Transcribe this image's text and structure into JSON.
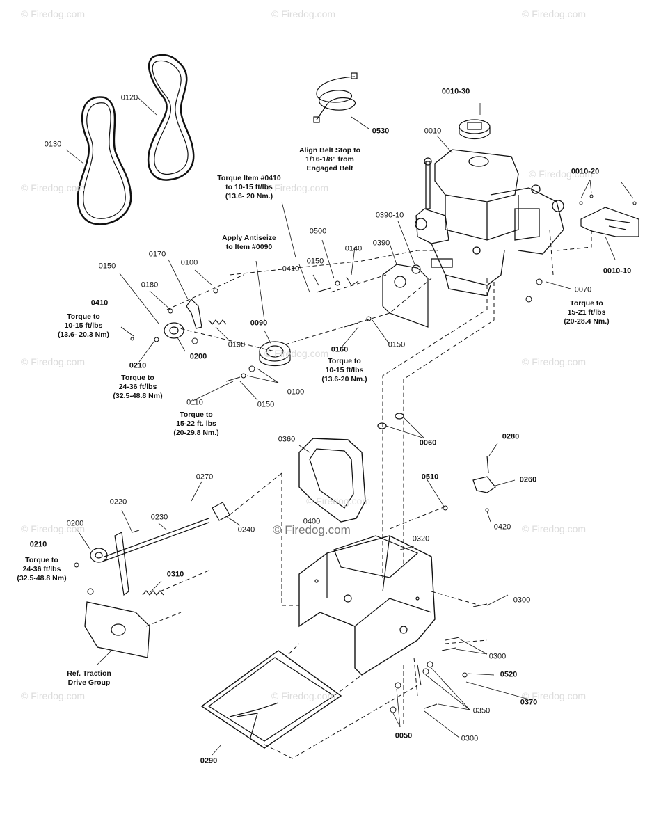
{
  "watermark": "© Firedog.com",
  "parts": {
    "p0010": "0010",
    "p0010_10": "0010-10",
    "p0010_20": "0010-20",
    "p0010_30": "0010-30",
    "p0050": "0050",
    "p0060": "0060",
    "p0070": "0070",
    "p0090": "0090",
    "p0100a": "0100",
    "p0100b": "0100",
    "p0110": "0110",
    "p0120": "0120",
    "p0130": "0130",
    "p0140": "0140",
    "p0150a": "0150",
    "p0150b": "0150",
    "p0150c": "0150",
    "p0150d": "0150",
    "p0160": "0160",
    "p0170": "0170",
    "p0180": "0180",
    "p0190": "0190",
    "p0200a": "0200",
    "p0200b": "0200",
    "p0210a": "0210",
    "p0210b": "0210",
    "p0220": "0220",
    "p0230": "0230",
    "p0240": "0240",
    "p0260": "0260",
    "p0270": "0270",
    "p0280": "0280",
    "p0290": "0290",
    "p0300a": "0300",
    "p0300b": "0300",
    "p0300c": "0300",
    "p0310": "0310",
    "p0320": "0320",
    "p0350": "0350",
    "p0360": "0360",
    "p0370": "0370",
    "p0390": "0390",
    "p0390_10": "0390-10",
    "p0400": "0400",
    "p0410a": "0410",
    "p0410b": "0410",
    "p0420": "0420",
    "p0500": "0500",
    "p0510": "0510",
    "p0520": "0520",
    "p0530": "0530"
  },
  "notes": {
    "belt_stop": [
      "Align Belt Stop to",
      "1/16-1/8\" from",
      "Engaged Belt"
    ],
    "torque_0410": [
      "Torque Item #0410",
      "to 10-15 ft/lbs",
      "(13.6- 20 Nm.)"
    ],
    "antiseize": [
      "Apply Antiseize",
      "to Item #0090"
    ],
    "torque_0070": [
      "Torque to",
      "15-21 ft/lbs",
      "(20-28.4 Nm.)"
    ],
    "torque_0160": [
      "Torque to",
      "10-15 ft/lbs",
      "(13.6-20 Nm.)"
    ],
    "torque_0410_left": [
      "Torque to",
      "10-15 ft/lbs",
      "(13.6- 20.3 Nm)"
    ],
    "torque_0210": [
      "Torque to",
      "24-36 ft/lbs",
      "(32.5-48.8 Nm)"
    ],
    "torque_0110": [
      "Torque to",
      "15-22 ft. lbs",
      "(20-29.8 Nm.)"
    ],
    "torque_0210_lower": [
      "Torque to",
      "24-36 ft/lbs",
      "(32.5-48.8 Nm)"
    ],
    "ref_traction": [
      "Ref. Traction",
      "Drive Group"
    ]
  },
  "colors": {
    "ink": "#111111",
    "watermark": "#dcdcdc"
  }
}
